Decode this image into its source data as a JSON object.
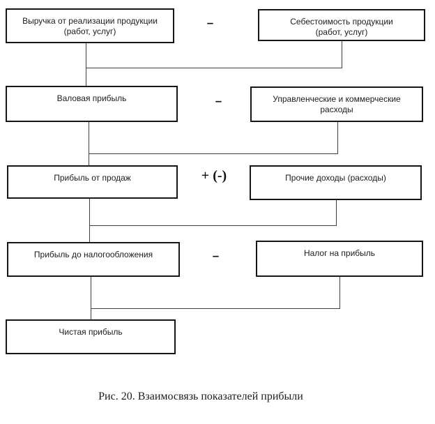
{
  "figure": {
    "caption": "Рис. 20. Взаимосвязь показателей прибыли",
    "boxes": {
      "revenue": "Выручка от реализации продукции (работ, услуг)",
      "cost": "Себестоимость продукции (работ, услуг)",
      "gross_profit": "Валовая прибыль",
      "admin_commercial_expenses": "Управленческие и коммерческие расходы",
      "sales_profit": "Прибыль от продаж",
      "other_income_expenses": "Прочие доходы (расходы)",
      "pretax_profit": "Прибыль до налогообложения",
      "income_tax": "Налог на прибыль",
      "net_profit": "Чистая прибыль"
    },
    "operators": {
      "row1": "–",
      "row2": "–",
      "row3": "+ (-)",
      "row4": "–"
    }
  }
}
